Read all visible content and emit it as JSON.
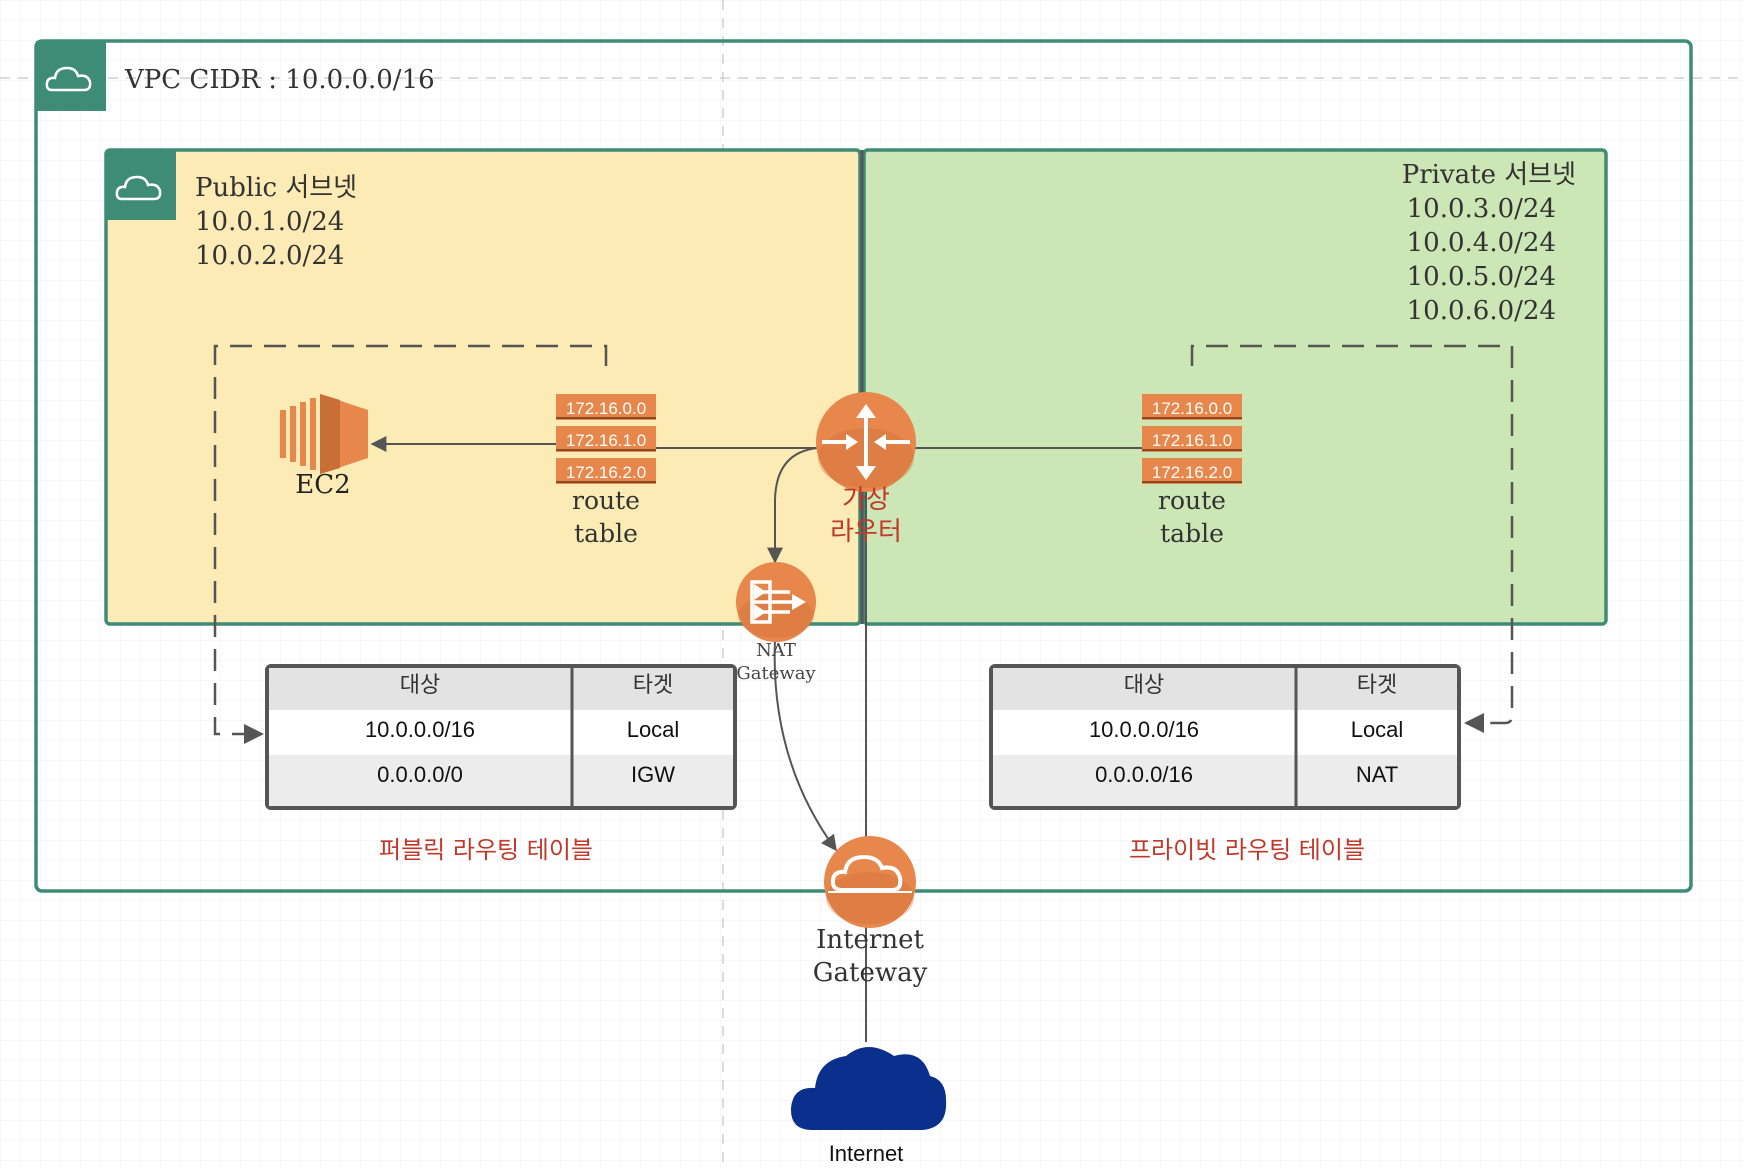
{
  "vpc": {
    "label": "VPC CIDR : 10.0.0.0/16"
  },
  "public_subnet": {
    "title": "Public 서브넷",
    "cidrs": [
      "10.0.1.0/24",
      "10.0.2.0/24"
    ]
  },
  "private_subnet": {
    "title": "Private 서브넷",
    "cidrs": [
      "10.0.3.0/24",
      "10.0.4.0/24",
      "10.0.5.0/24",
      "10.0.6.0/24"
    ]
  },
  "ec2": {
    "label": "EC2"
  },
  "public_route_table": {
    "entries": [
      "172.16.0.0",
      "172.16.1.0",
      "172.16.2.0"
    ],
    "label_line1": "route",
    "label_line2": "table"
  },
  "private_route_table": {
    "entries": [
      "172.16.0.0",
      "172.16.1.0",
      "172.16.2.0"
    ],
    "label_line1": "route",
    "label_line2": "table"
  },
  "virtual_router": {
    "label_line1": "가상",
    "label_line2": "라우터"
  },
  "nat_gateway": {
    "label_line1": "NAT",
    "label_line2": "Gateway"
  },
  "internet_gateway": {
    "label_line1": "Internet",
    "label_line2": "Gateway"
  },
  "internet": {
    "label": "Internet"
  },
  "public_table": {
    "headers": [
      "대상",
      "타겟"
    ],
    "rows": [
      [
        "10.0.0.0/16",
        "Local"
      ],
      [
        "0.0.0.0/0",
        "IGW"
      ]
    ],
    "caption": "퍼블릭 라우팅 테이블"
  },
  "private_table": {
    "headers": [
      "대상",
      "타겟"
    ],
    "rows": [
      [
        "10.0.0.0/16",
        "Local"
      ],
      [
        "0.0.0.0/16",
        "NAT"
      ]
    ],
    "caption": "프라이빗 라우팅 테이블"
  },
  "colors": {
    "vpc_border": "#3e8c75",
    "public_fill": "#fcebb4",
    "private_fill": "#cde6b5",
    "aws_orange": "#e8874c",
    "korean_red": "#c0392b",
    "internet_blue": "#0b2f8c"
  }
}
